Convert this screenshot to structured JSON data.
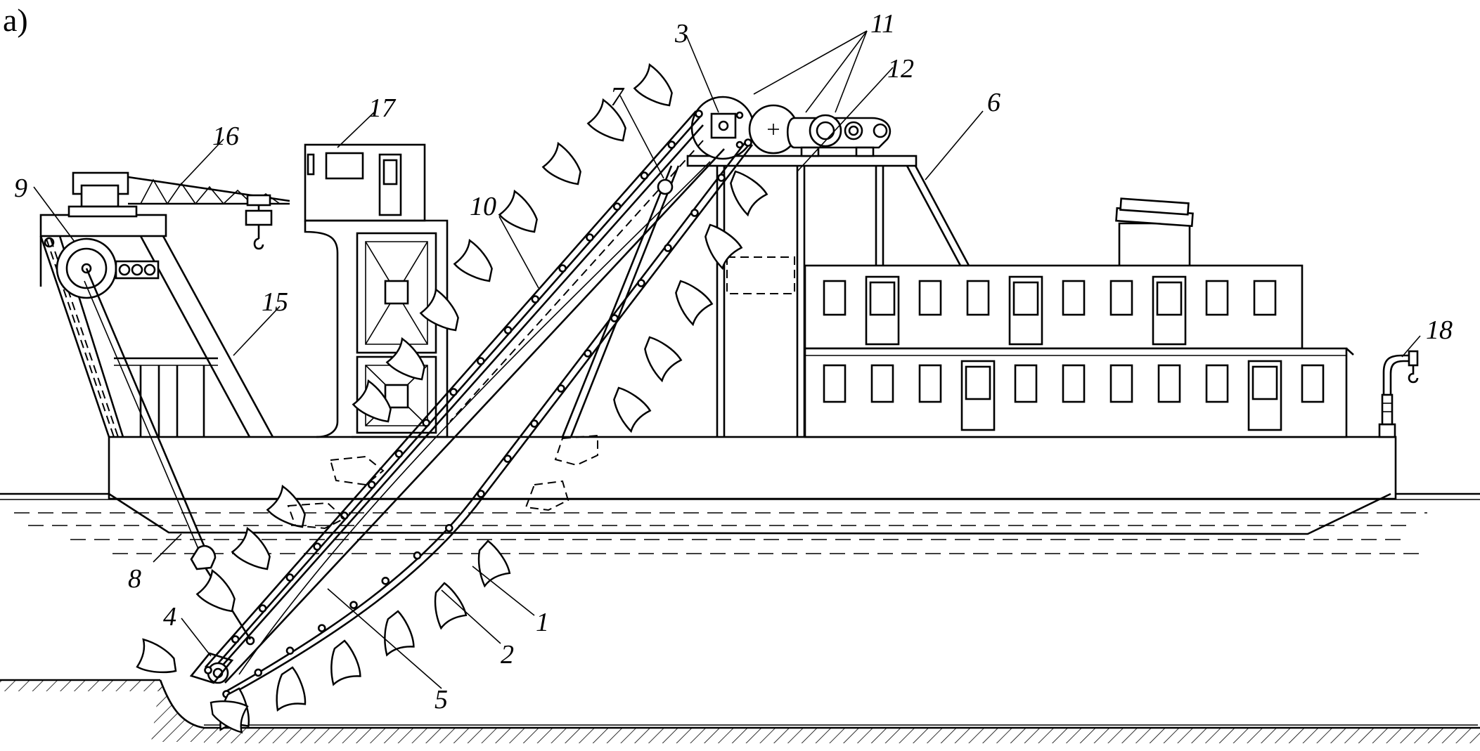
{
  "figure": {
    "label": "а)"
  },
  "callouts": [
    "1",
    "2",
    "3",
    "4",
    "5",
    "6",
    "7",
    "8",
    "9",
    "10",
    "11",
    "12",
    "15",
    "16",
    "17",
    "18"
  ]
}
